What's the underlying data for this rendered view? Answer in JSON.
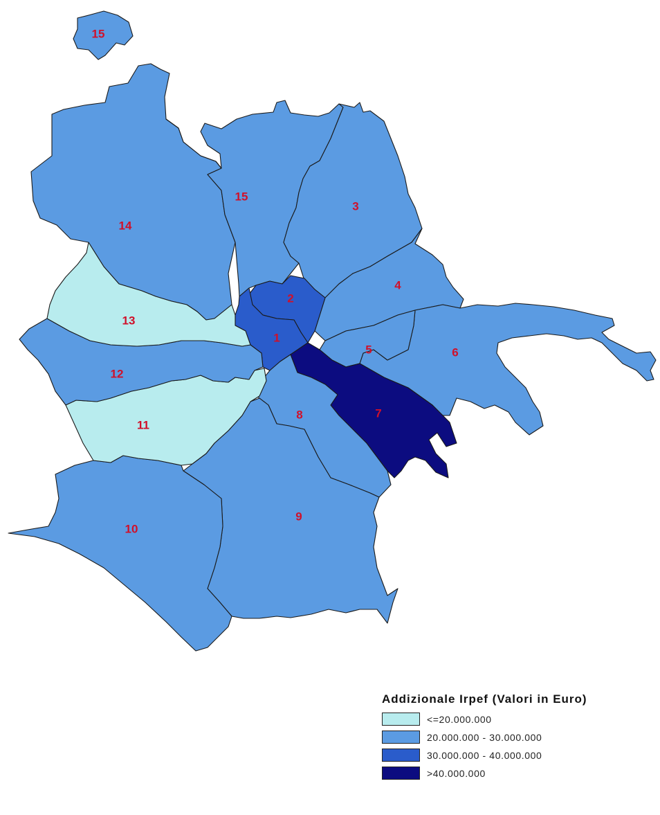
{
  "colors": {
    "class1": "#b8ecee",
    "class2": "#5b9be2",
    "class3": "#2a5ccb",
    "class4": "#0c0c80",
    "label": "#d0102a"
  },
  "map": {
    "zones": [
      {
        "id": "15",
        "label": "15",
        "class": "class2"
      },
      {
        "id": "15-exclave",
        "label": "15",
        "class": "class2"
      },
      {
        "id": "14",
        "label": "14",
        "class": "class2"
      },
      {
        "id": "13",
        "label": "13",
        "class": "class1"
      },
      {
        "id": "12",
        "label": "12",
        "class": "class2"
      },
      {
        "id": "11",
        "label": "11",
        "class": "class1"
      },
      {
        "id": "10",
        "label": "10",
        "class": "class2"
      },
      {
        "id": "9",
        "label": "9",
        "class": "class2"
      },
      {
        "id": "8",
        "label": "8",
        "class": "class2"
      },
      {
        "id": "7",
        "label": "7",
        "class": "class4"
      },
      {
        "id": "6",
        "label": "6",
        "class": "class2"
      },
      {
        "id": "5",
        "label": "5",
        "class": "class2"
      },
      {
        "id": "4",
        "label": "4",
        "class": "class2"
      },
      {
        "id": "3",
        "label": "3",
        "class": "class2"
      },
      {
        "id": "2",
        "label": "2",
        "class": "class3"
      },
      {
        "id": "1",
        "label": "1",
        "class": "class3"
      }
    ]
  },
  "legend": {
    "title": "Addizionale Irpef  (Valori in Euro)",
    "items": [
      {
        "label": "<=20.000.000",
        "class": "class1"
      },
      {
        "label": "20.000.000 - 30.000.000",
        "class": "class2"
      },
      {
        "label": "30.000.000 - 40.000.000",
        "class": "class3"
      },
      {
        "label": ">40.000.000",
        "class": "class4"
      }
    ]
  }
}
